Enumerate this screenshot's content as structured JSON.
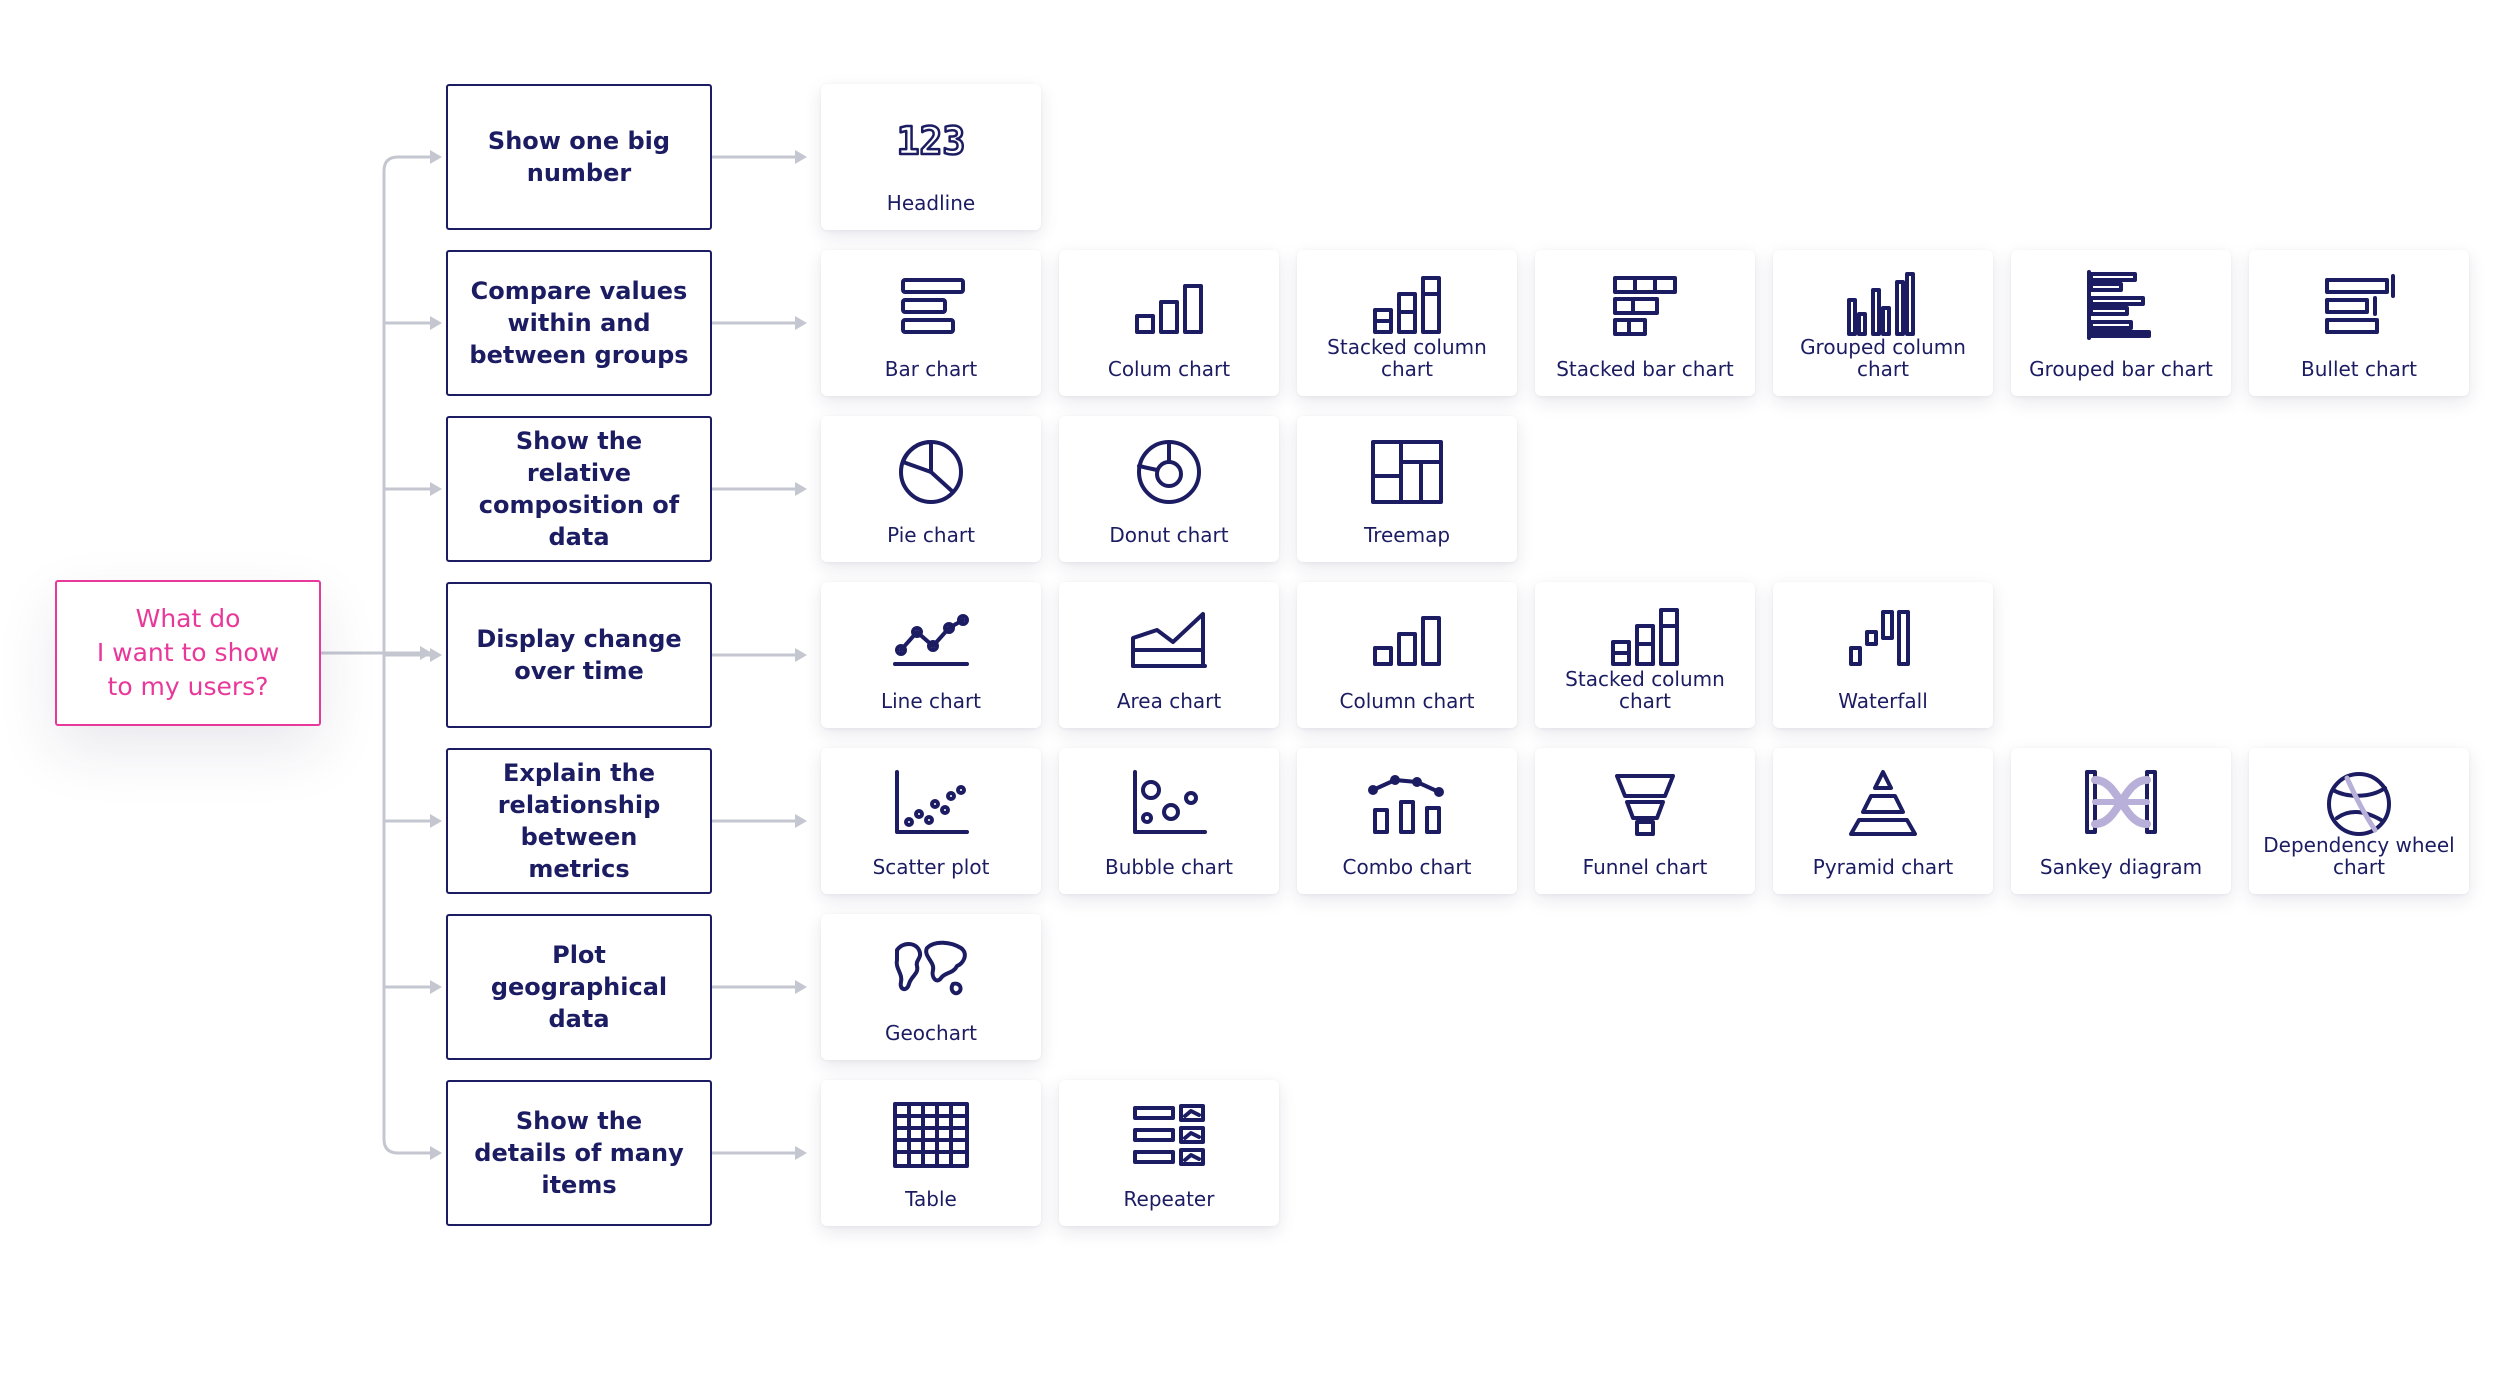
{
  "root": {
    "lines": [
      "What do",
      "I want to show",
      "to my users?"
    ]
  },
  "colors": {
    "accent": "#e8389a",
    "navy": "#1c1c63",
    "connector": "#c4c7d0"
  },
  "rows": [
    {
      "question": "Show one big number",
      "charts": [
        {
          "label": "Headline",
          "icon": "headline-123-icon"
        }
      ]
    },
    {
      "question": "Compare values within and between groups",
      "charts": [
        {
          "label": "Bar chart",
          "icon": "bar-chart-icon"
        },
        {
          "label": "Colum chart",
          "icon": "column-chart-icon"
        },
        {
          "label": "Stacked column chart",
          "icon": "stacked-column-chart-icon"
        },
        {
          "label": "Stacked bar chart",
          "icon": "stacked-bar-chart-icon"
        },
        {
          "label": "Grouped column chart",
          "icon": "grouped-column-chart-icon"
        },
        {
          "label": "Grouped bar chart",
          "icon": "grouped-bar-chart-icon"
        },
        {
          "label": "Bullet chart",
          "icon": "bullet-chart-icon"
        }
      ]
    },
    {
      "question": "Show the relative composition of data",
      "charts": [
        {
          "label": "Pie chart",
          "icon": "pie-chart-icon"
        },
        {
          "label": "Donut chart",
          "icon": "donut-chart-icon"
        },
        {
          "label": "Treemap",
          "icon": "treemap-icon"
        }
      ]
    },
    {
      "question": "Display change over time",
      "charts": [
        {
          "label": "Line chart",
          "icon": "line-chart-icon"
        },
        {
          "label": "Area chart",
          "icon": "area-chart-icon"
        },
        {
          "label": "Column chart",
          "icon": "column-chart-icon"
        },
        {
          "label": "Stacked column chart",
          "icon": "stacked-column-chart-icon"
        },
        {
          "label": "Waterfall",
          "icon": "waterfall-icon"
        }
      ]
    },
    {
      "question": "Explain the relationship between metrics",
      "charts": [
        {
          "label": "Scatter plot",
          "icon": "scatter-plot-icon"
        },
        {
          "label": "Bubble chart",
          "icon": "bubble-chart-icon"
        },
        {
          "label": "Combo chart",
          "icon": "combo-chart-icon"
        },
        {
          "label": "Funnel chart",
          "icon": "funnel-chart-icon"
        },
        {
          "label": "Pyramid chart",
          "icon": "pyramid-chart-icon"
        },
        {
          "label": "Sankey diagram",
          "icon": "sankey-diagram-icon"
        },
        {
          "label": "Dependency wheel chart",
          "icon": "dependency-wheel-icon"
        }
      ]
    },
    {
      "question": "Plot geographical data",
      "charts": [
        {
          "label": "Geochart",
          "icon": "world-map-icon"
        }
      ]
    },
    {
      "question": "Show the details of many items",
      "charts": [
        {
          "label": "Table",
          "icon": "table-icon"
        },
        {
          "label": "Repeater",
          "icon": "repeater-icon"
        }
      ]
    }
  ]
}
